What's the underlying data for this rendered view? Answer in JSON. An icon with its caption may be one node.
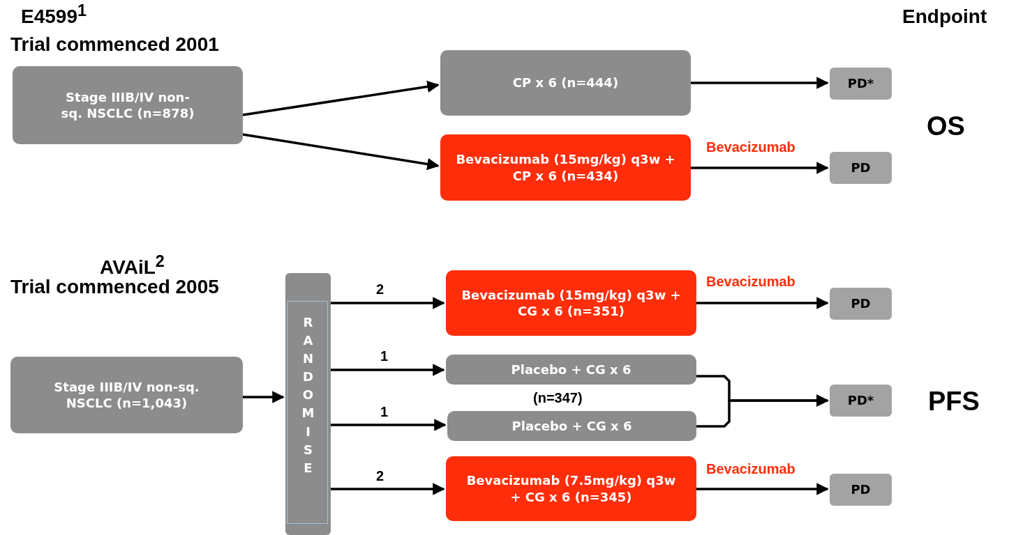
{
  "diagram": {
    "nodes": [
      {
        "text": [
          "Stage IIIB/IV non-sq. NSCLC (n=878)"
        ]
      },
      {
        "text": [
          "CP x 6 (n=444)"
        ]
      },
      {
        "text": [
          "Bevacizumab (15mg/kg) q3w + CP x 6 (n=434)"
        ]
      },
      {
        "text": [
          "PD*"
        ]
      },
      {
        "text": [
          "PD"
        ]
      },
      {
        "text": [
          "Stage IIIB/IV non-sq. NSCLC (n=1,043)"
        ]
      },
      {
        "text": [
          "RANDOMISE"
        ]
      },
      {
        "text": [
          "Bevacizumab (15mg/kg) q3w + CG x 6 (n=351)"
        ]
      },
      {
        "text": [
          "Placebo + CG x 6"
        ]
      },
      {
        "text": [
          "Placebo + CG x 6"
        ]
      },
      {
        "text": [
          "PD"
        ]
      },
      {
        "text": [
          "PD*"
        ]
      },
      {
        "text": [
          "Bevacizumab (7.5mg/kg) q3w + CG x 6 (n=345)"
        ]
      },
      {
        "text": [
          "PD"
        ]
      }
    ],
    "edges": [
      {
        "from": 0,
        "to": 1,
        "arrow": "to"
      },
      {
        "from": 0,
        "to": 2,
        "arrow": "to"
      },
      {
        "from": 1,
        "to": 3,
        "arrow": "to"
      },
      {
        "from": 2,
        "to": 4,
        "arrow": "to",
        "label": "Bevacizumab"
      },
      {
        "from": 5,
        "to": 6,
        "arrow": "to"
      },
      {
        "from": 6,
        "to": 7,
        "arrow": "to",
        "label": "2"
      },
      {
        "from": 6,
        "to": 8,
        "arrow": "to",
        "label": "1"
      },
      {
        "from": 6,
        "to": 9,
        "arrow": "to",
        "label": "1"
      },
      {
        "from": 6,
        "to": 12,
        "arrow": "to",
        "label": "2"
      },
      {
        "from": 7,
        "to": 10,
        "arrow": "to",
        "label": "Bevacizumab"
      },
      {
        "from": 8,
        "to": 11,
        "arrow": "to"
      },
      {
        "from": 9,
        "to": 11,
        "arrow": "to"
      },
      {
        "from": 12,
        "to": 13,
        "arrow": "to",
        "label": "Bevacizumab"
      }
    ],
    "labels": [
      "E4599$^{1}$",
      "Trial commenced 2001",
      "Endpoint",
      "OS",
      "AVAiL$^{2}$",
      "Trial commenced 2005",
      "(n=347)",
      "PFS"
    ]
  }
}
